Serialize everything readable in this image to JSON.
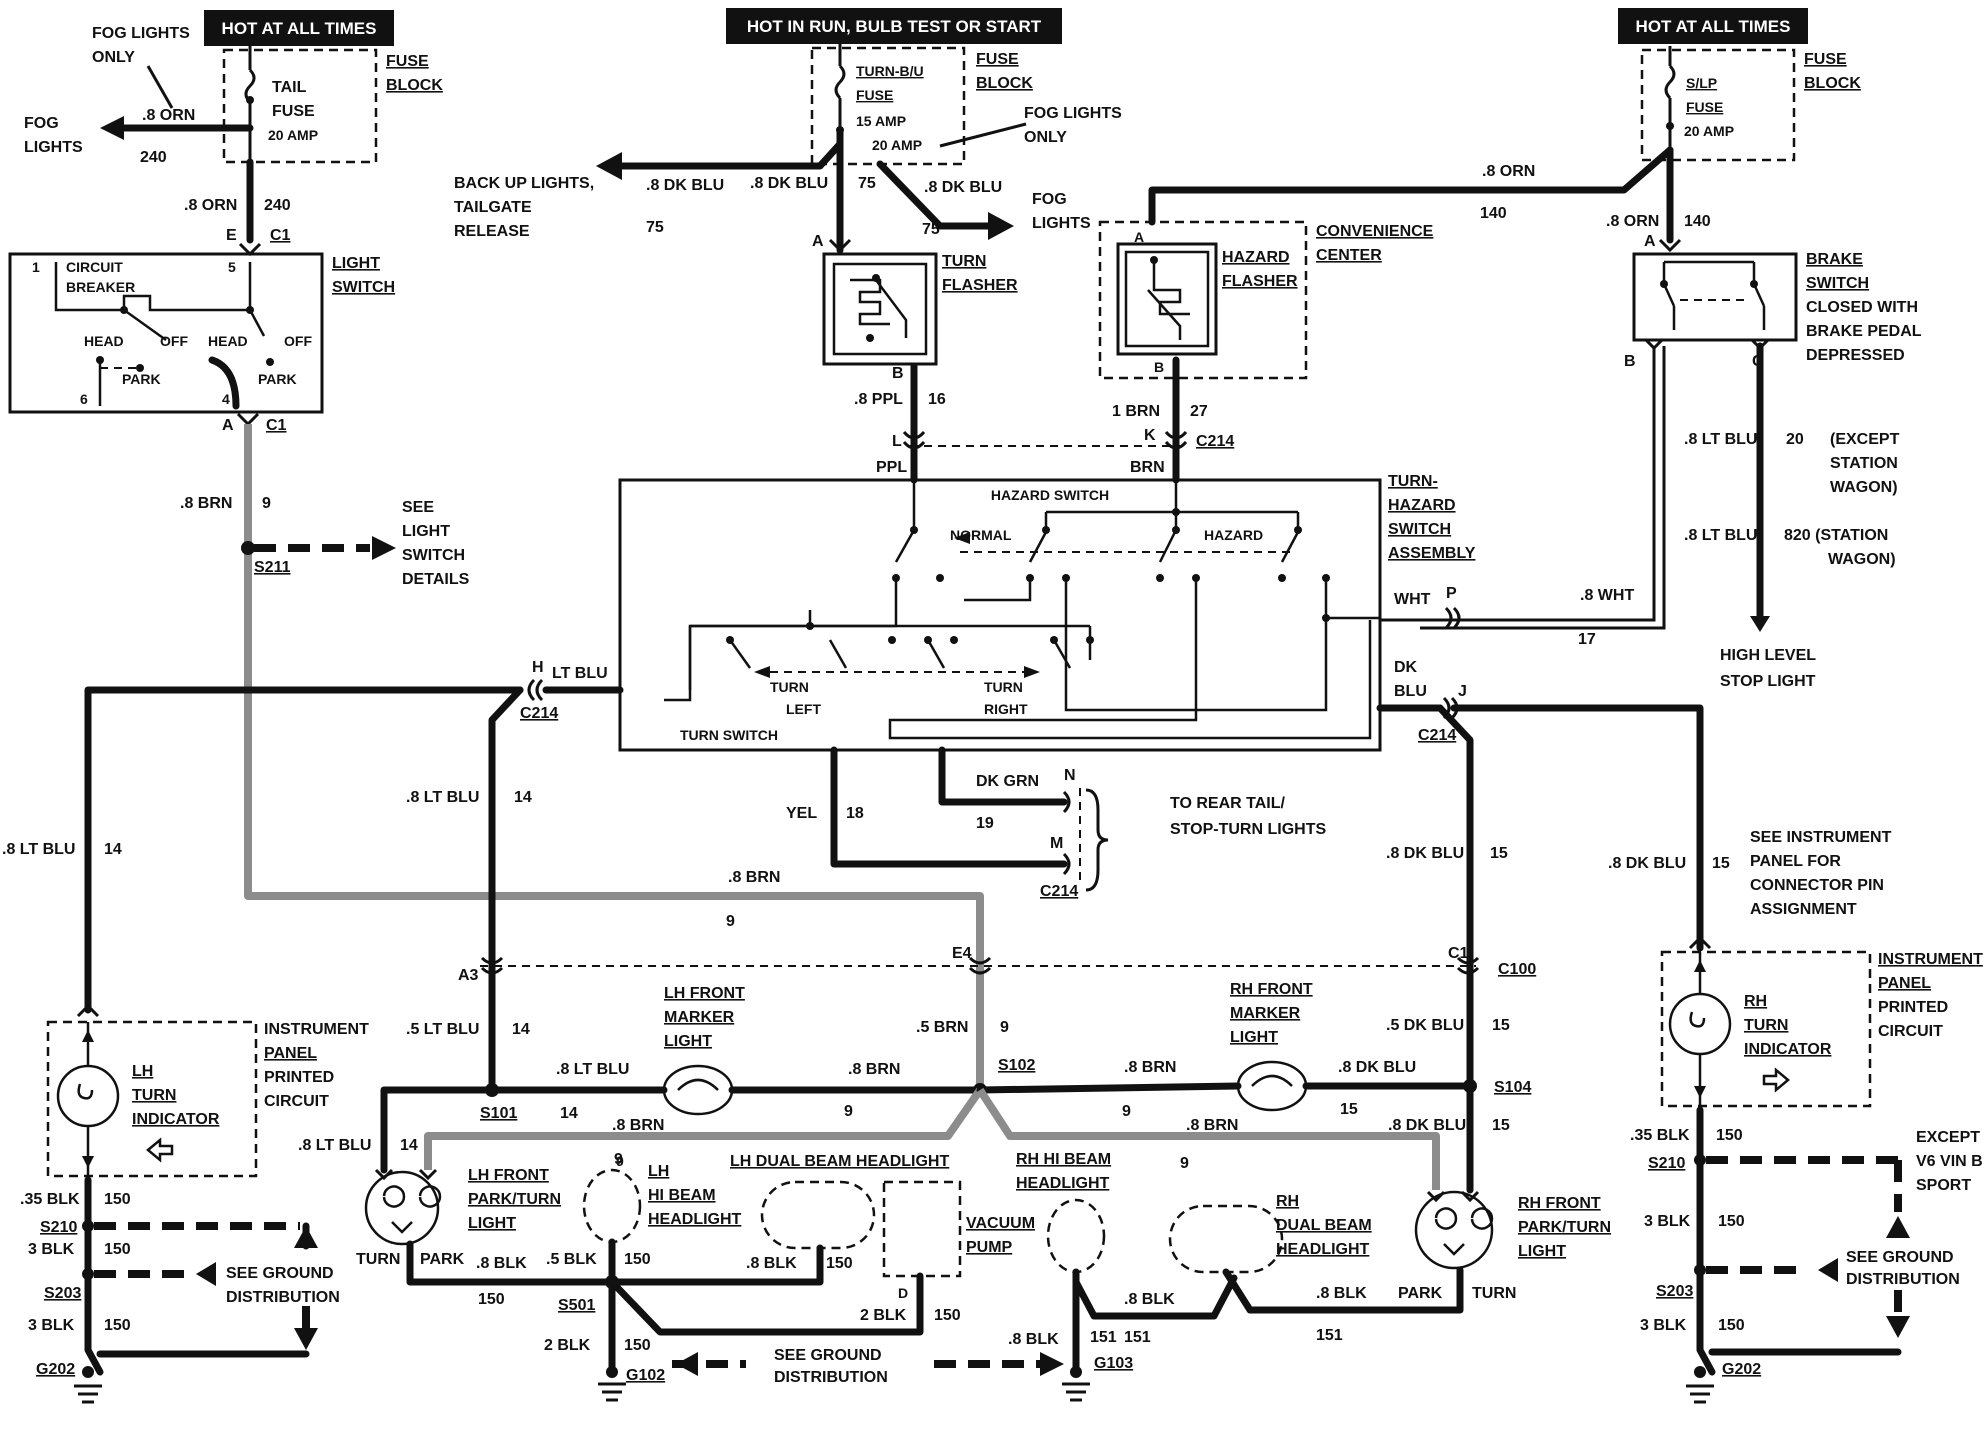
{
  "headers": {
    "left": "HOT AT ALL TIMES",
    "center": "HOT IN RUN, BULB TEST OR START",
    "right": "HOT AT ALL TIMES"
  },
  "fuses": {
    "tail": {
      "name1": "TAIL",
      "name2": "FUSE",
      "rating": "20 AMP",
      "block": [
        "FUSE",
        "BLOCK"
      ]
    },
    "turn": {
      "name1": "TURN-B/U",
      "name2": "FUSE",
      "rating": "15 AMP",
      "rating2": "20 AMP",
      "block": [
        "FUSE",
        "BLOCK"
      ],
      "note": [
        "FOG LIGHTS",
        "ONLY"
      ]
    },
    "slp": {
      "name1": "S/LP",
      "name2": "FUSE",
      "rating": "20 AMP",
      "block": [
        "FUSE",
        "BLOCK"
      ]
    }
  },
  "left_top": {
    "fog_note": [
      "FOG LIGHTS",
      "ONLY"
    ],
    "fog_lights": [
      "FOG",
      "LIGHTS"
    ],
    "wire_orn": ".8 ORN",
    "circuit_240": "240",
    "wire_orn2": ".8 ORN",
    "circuit_240b": "240",
    "conn_e": "E",
    "conn_c1": "C1"
  },
  "light_switch": {
    "label": [
      "LIGHT",
      "SWITCH"
    ],
    "pin1": "1",
    "pin5": "5",
    "pin6": "6",
    "pin4": "4",
    "breaker": [
      "CIRCUIT",
      "BREAKER"
    ],
    "head1": "HEAD",
    "off1": "OFF",
    "head2": "HEAD",
    "off2": "OFF",
    "park1": "PARK",
    "park2": "PARK",
    "conn_a": "A",
    "conn_c1": "C1",
    "wire_brn": ".8 BRN",
    "circuit_9": "9",
    "splice": "S211",
    "see": [
      "SEE",
      "LIGHT",
      "SWITCH",
      "DETAILS"
    ]
  },
  "turn_flasher": {
    "backup": [
      "BACK UP LIGHTS,",
      "TAILGATE",
      "RELEASE"
    ],
    "wire1": ".8 DK BLU",
    "wire2": ".8 DK BLU",
    "wire3": ".8 DK BLU",
    "c75a": "75",
    "c75b": "75",
    "c75c": "75",
    "fog": [
      "FOG",
      "LIGHTS"
    ],
    "conn_a": "A",
    "conn_b": "B",
    "label": [
      "TURN",
      "FLASHER"
    ],
    "wire_ppl": ".8 PPL",
    "circuit_16": "16"
  },
  "hazard_flasher": {
    "label": [
      "HAZARD",
      "FLASHER"
    ],
    "center": [
      "CONVENIENCE",
      "CENTER"
    ],
    "conn_a": "A",
    "conn_b": "B",
    "wire_brn": "1 BRN",
    "circuit_27": "27",
    "conn_k": "K",
    "c214": "C214",
    "wire_orn": ".8 ORN",
    "circuit_140": "140"
  },
  "brake_switch": {
    "wire_orn": ".8 ORN",
    "circuit_140": "140",
    "conn_a": "A",
    "conn_b": "B",
    "conn_c": "C",
    "label": [
      "BRAKE",
      "SWITCH",
      "CLOSED WITH",
      "BRAKE PEDAL",
      "DEPRESSED"
    ],
    "wire_ltblu1": ".8 LT BLU",
    "circuit_20": "20",
    "except": [
      "(EXCEPT",
      "STATION",
      "WAGON)"
    ],
    "wire_ltblu2": ".8 LT BLU",
    "circuit_820": "820 (STATION",
    "wagon": "WAGON)",
    "stop": [
      "HIGH LEVEL",
      "STOP LIGHT"
    ],
    "wire_wht": ".8 WHT",
    "circuit_17": "17"
  },
  "turn_hazard": {
    "label": [
      "TURN-",
      "HAZARD",
      "SWITCH",
      "ASSEMBLY"
    ],
    "hazard_switch": "HAZARD SWITCH",
    "normal": "NORMAL",
    "hazard": "HAZARD",
    "turn_left": [
      "TURN",
      "LEFT"
    ],
    "turn_right": [
      "TURN",
      "RIGHT"
    ],
    "turn_switch": "TURN SWITCH",
    "conn_l": "L",
    "ppl": "PPL",
    "brn": "BRN",
    "conn_h": "H",
    "ltblu": "LT BLU",
    "c214_left": "C214",
    "wht": "WHT",
    "conn_p": "P",
    "dkblu": [
      "DK",
      "BLU"
    ],
    "conn_j": "J",
    "c214_right": "C214"
  },
  "rear": {
    "yel": "YEL",
    "circuit_18": "18",
    "dkgrn": "DK GRN",
    "circuit_19": "19",
    "conn_n": "N",
    "conn_m": "M",
    "c214": "C214",
    "to_rear": [
      "TO REAR TAIL/",
      "STOP-TURN LIGHTS"
    ]
  },
  "left_side": {
    "wire_ltblu": ".8 LT BLU",
    "circuit_14": "14",
    "ip": [
      "INSTRUMENT",
      "PANEL",
      "PRINTED",
      "CIRCUIT"
    ],
    "indicator": [
      "LH",
      "TURN",
      "INDICATOR"
    ],
    "blk35": ".35 BLK",
    "c150a": "150",
    "s210": "S210",
    "blk3a": "3 BLK",
    "c150b": "150",
    "s203": "S203",
    "blk3b": "3 BLK",
    "c150c": "150",
    "g202": "G202",
    "see_ground": [
      "SEE GROUND",
      "DISTRIBUTION"
    ]
  },
  "center_left": {
    "wire_ltblu": ".8 LT BLU",
    "circuit_14": "14",
    "wire_brn": ".8 BRN",
    "circuit_9": "9",
    "a3": "A3",
    "e4": "E4",
    "wire_ltblu5": ".5 LT BLU",
    "circuit_14b": "14",
    "wire_brn5": ".5 BRN",
    "circuit_9b": "9",
    "lh_marker": [
      "LH FRONT",
      "MARKER",
      "LIGHT"
    ],
    "wire_ltblu6": ".8 LT BLU",
    "wire_brn6": ".8 BRN",
    "s101": "S101",
    "s102": "S102",
    "c14": "14",
    "c9": "9",
    "wire_brn7": ".8 BRN",
    "wire_ltblu7": ".8 LT BLU",
    "c14b": "14",
    "c9b": "9"
  },
  "center_right": {
    "wire_dkblu": ".8 DK BLU",
    "circuit_15": "15",
    "c1": "C1",
    "c100": "C100",
    "wire_dkblu5": ".5 DK BLU",
    "circuit_15b": "15",
    "rh_marker": [
      "RH FRONT",
      "MARKER",
      "LIGHT"
    ],
    "wire_brn": ".8 BRN",
    "wire_dkblu6": ".8 DK BLU",
    "s104": "S104",
    "c9": "9",
    "c15": "15",
    "wire_brn7": ".8 BRN",
    "wire_dkblu7": ".8 DK BLU",
    "c15b": "15",
    "c9b": "9"
  },
  "right_side": {
    "wire_dkblu": ".8 DK BLU",
    "circuit_15": "15",
    "see_ip": [
      "SEE INSTRUMENT",
      "PANEL FOR",
      "CONNECTOR PIN",
      "ASSIGNMENT"
    ],
    "ip": [
      "INSTRUMENT",
      "PANEL",
      "PRINTED",
      "CIRCUIT"
    ],
    "indicator": [
      "RH",
      "TURN",
      "INDICATOR"
    ],
    "blk35": ".35 BLK",
    "c150a": "150",
    "s210": "S210",
    "except": [
      "EXCEPT",
      "V6 VIN B",
      "SPORT"
    ],
    "blk3a": "3 BLK",
    "c150b": "150",
    "s203": "S203",
    "see_ground": [
      "SEE GROUND",
      "DISTRIBUTION"
    ],
    "blk3b": "3 BLK",
    "c150c": "150",
    "g202": "G202"
  },
  "bottom": {
    "lh_park": [
      "LH FRONT",
      "PARK/TURN",
      "LIGHT"
    ],
    "lh_hi": [
      "LH",
      "HI BEAM",
      "HEADLIGHT"
    ],
    "lh_dual": "LH DUAL BEAM HEADLIGHT",
    "rh_hi": [
      "RH HI BEAM",
      "HEADLIGHT"
    ],
    "rh_dual": [
      "RH",
      "DUAL BEAM",
      "HEADLIGHT"
    ],
    "rh_park": [
      "RH FRONT",
      "PARK/TURN",
      "LIGHT"
    ],
    "vacuum": [
      "VACUUM",
      "PUMP"
    ],
    "turn_l": "TURN",
    "park_l": "PARK",
    "park_r": "PARK",
    "turn_r": "TURN",
    "blk8a": ".8 BLK",
    "blk5": ".5 BLK",
    "c150a": "150",
    "blk8b": ".8 BLK",
    "c150b": "150",
    "c150c": "150",
    "s501": "S501",
    "blk2a": "2 BLK",
    "c150d": "150",
    "blk2b": "2 BLK",
    "c150e": "150",
    "g102": "G102",
    "see_ground": [
      "SEE GROUND",
      "DISTRIBUTION"
    ],
    "blk8c": ".8 BLK",
    "c151a": "151",
    "c151b": "151",
    "g103": "G103",
    "blk8d": ".8 BLK",
    "blk8e": ".8 BLK",
    "c151c": "151",
    "vac_d": "D",
    "c9": "9"
  }
}
